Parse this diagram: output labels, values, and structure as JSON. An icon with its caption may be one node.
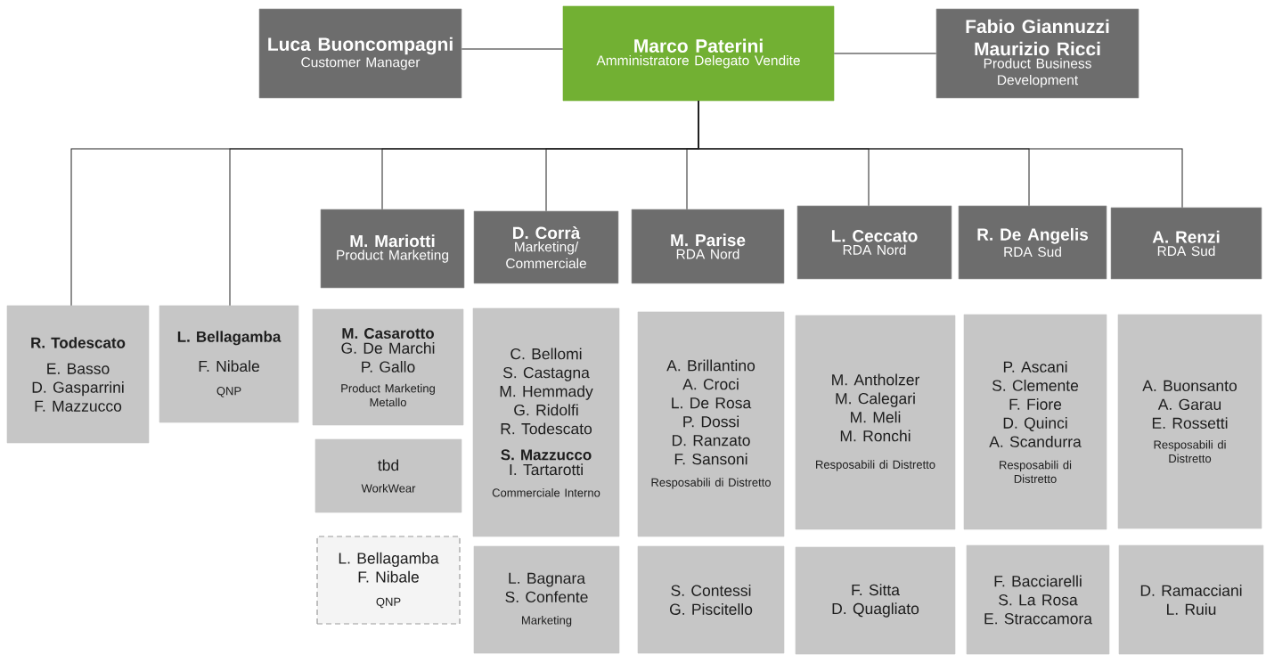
{
  "diagram": {
    "nodes": [
      {
        "text": [
          "Marco Paterini",
          "Amministratore Delegato Vendite"
        ]
      },
      {
        "text": [
          "Luca Buoncompagni",
          "Customer Manager"
        ]
      },
      {
        "text": [
          "Fabio Giannuzzi Maurizio Ricci",
          "Product Business Development"
        ]
      },
      {
        "text": [
          "R. Todescato",
          "E. Basso D. Gasparrini F. Mazzucco"
        ]
      },
      {
        "text": [
          "L. Bellagamba",
          "F. Nibale",
          "QNP"
        ]
      },
      {
        "text": [
          "M. Mariotti",
          "Product Marketing"
        ]
      },
      {
        "text": [
          "D. Corrà",
          "Marketing/ Commerciale"
        ]
      },
      {
        "text": [
          "M. Parise",
          "RDA Nord"
        ]
      },
      {
        "text": [
          "L. Ceccato",
          "RDA Nord"
        ]
      },
      {
        "text": [
          "R. De Angelis",
          "RDA Sud"
        ]
      },
      {
        "text": [
          "A. Renzi",
          "RDA Sud"
        ]
      },
      {
        "text": [
          "M. Casarotto",
          "G. De Marchi P. Gallo",
          "Product Marketing Metallo"
        ]
      },
      {
        "text": [
          "tbd",
          "WorkWear"
        ]
      },
      {
        "text": [
          "L. Bellagamba F. Nibale",
          "QNP"
        ]
      },
      {
        "text": [
          "C. Bellomi S. Castagna M. Hemmady G. Ridolfi R. Todescato",
          "S. Mazzucco",
          "I. Tartarotti",
          "Commerciale Interno"
        ]
      },
      {
        "text": [
          "L. Bagnara S. Confente",
          "Marketing"
        ]
      },
      {
        "text": [
          "A. Brillantino A. Croci L. De Rosa P. Dossi D. Ranzato F. Sansoni",
          "Resposabili di Distretto"
        ]
      },
      {
        "text": [
          "S. Contessi G. Piscitello"
        ]
      },
      {
        "text": [
          "M. Antholzer M. Calegari M. Meli M. Ronchi",
          "Resposabili di Distretto"
        ]
      },
      {
        "text": [
          "F. Sitta D. Quagliato"
        ]
      },
      {
        "text": [
          "P. Ascani S. Clemente F. Fiore D. Quinci A. Scandurra",
          "Resposabili di Distretto"
        ]
      },
      {
        "text": [
          "F. Bacciarelli S. La Rosa E. Straccamora"
        ]
      },
      {
        "text": [
          "A. Buonsanto A. Garau E. Rossetti",
          "Resposabili di Distretto"
        ]
      },
      {
        "text": [
          "D. Ramacciani L. Ruiu"
        ]
      }
    ],
    "edges": [
      {
        "from": 0,
        "to": 1,
        "arrow": "none"
      },
      {
        "from": 0,
        "to": 2,
        "arrow": "none"
      },
      {
        "from": 0,
        "to": 3,
        "arrow": "none"
      },
      {
        "from": 0,
        "to": 4,
        "arrow": "none"
      },
      {
        "from": 0,
        "to": 5,
        "arrow": "none"
      },
      {
        "from": 0,
        "to": 6,
        "arrow": "none"
      },
      {
        "from": 0,
        "to": 7,
        "arrow": "none"
      },
      {
        "from": 0,
        "to": 8,
        "arrow": "none"
      },
      {
        "from": 0,
        "to": 9,
        "arrow": "none"
      },
      {
        "from": 0,
        "to": 10,
        "arrow": "none"
      }
    ]
  }
}
